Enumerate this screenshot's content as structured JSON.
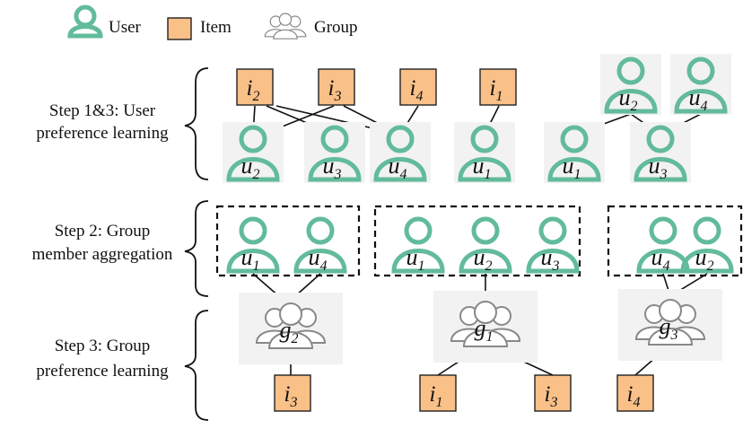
{
  "legend": {
    "user_label": "User",
    "item_label": "Item",
    "group_label": "Group"
  },
  "steps": {
    "step1": [
      "Step 1&3: User",
      "preference learning"
    ],
    "step2": [
      "Step 2: Group",
      "member aggregation"
    ],
    "step3": [
      "Step 3: Group",
      "preference learning"
    ]
  },
  "row1_items": [
    {
      "base": "i",
      "sub": "2"
    },
    {
      "base": "i",
      "sub": "3"
    },
    {
      "base": "i",
      "sub": "4"
    },
    {
      "base": "i",
      "sub": "1"
    }
  ],
  "row1_upper_users": [
    {
      "base": "u",
      "sub": "2"
    },
    {
      "base": "u",
      "sub": "4"
    }
  ],
  "row2_users": [
    {
      "base": "u",
      "sub": "2"
    },
    {
      "base": "u",
      "sub": "3"
    },
    {
      "base": "u",
      "sub": "4"
    },
    {
      "base": "u",
      "sub": "1"
    },
    {
      "base": "u",
      "sub": "1"
    },
    {
      "base": "u",
      "sub": "3"
    }
  ],
  "group_boxes": [
    [
      {
        "base": "u",
        "sub": "1"
      },
      {
        "base": "u",
        "sub": "4"
      }
    ],
    [
      {
        "base": "u",
        "sub": "1"
      },
      {
        "base": "u",
        "sub": "2"
      },
      {
        "base": "u",
        "sub": "3"
      }
    ],
    [
      {
        "base": "u",
        "sub": "4"
      },
      {
        "base": "u",
        "sub": "2"
      }
    ]
  ],
  "groups": [
    {
      "base": "g",
      "sub": "2"
    },
    {
      "base": "g",
      "sub": "1"
    },
    {
      "base": "g",
      "sub": "3"
    }
  ],
  "bottom_items": [
    {
      "base": "i",
      "sub": "3"
    },
    {
      "base": "i",
      "sub": "1"
    },
    {
      "base": "i",
      "sub": "3"
    },
    {
      "base": "i",
      "sub": "4"
    }
  ],
  "colors": {
    "user_green": "#62bb9a",
    "item_orange": "#f9c087",
    "group_gray": "#888888"
  },
  "icons": {
    "user": "user-icon",
    "item": "item-square-icon",
    "group": "group-icon"
  }
}
